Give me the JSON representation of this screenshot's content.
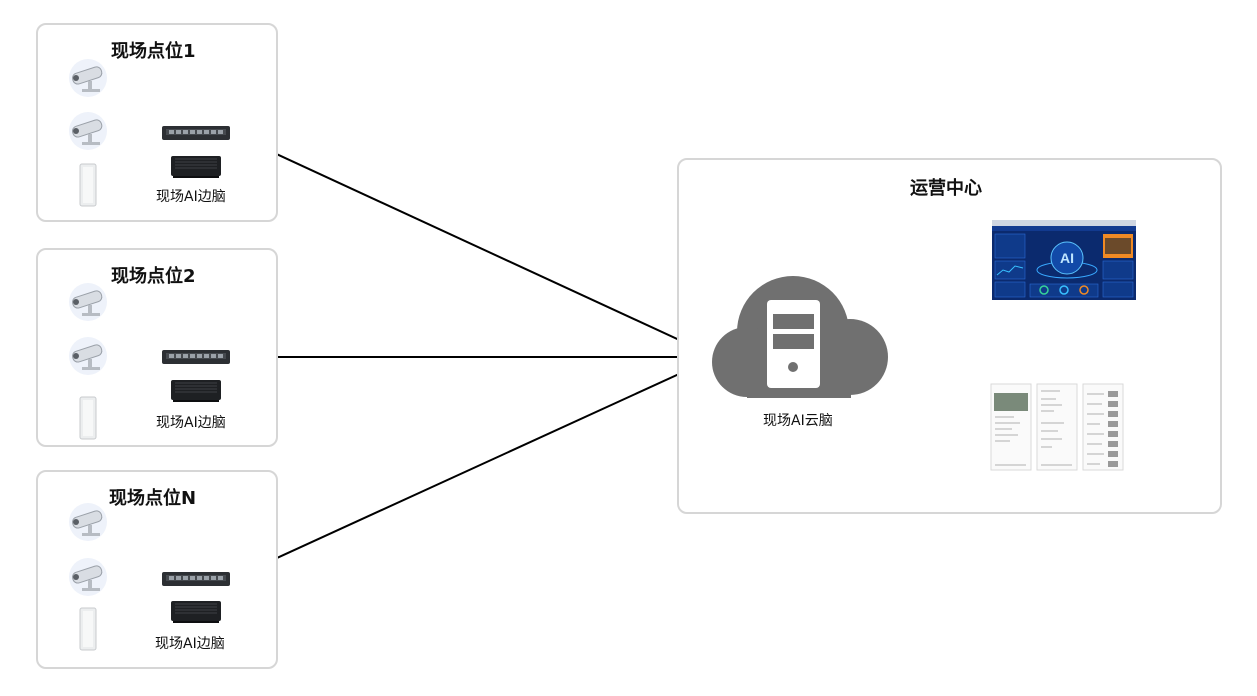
{
  "sites": [
    {
      "title": "现场点位1",
      "edge_label": "现场AI边脑"
    },
    {
      "title": "现场点位2",
      "edge_label": "现场AI边脑"
    },
    {
      "title": "现场点位N",
      "edge_label": "现场AI边脑"
    }
  ],
  "center": {
    "title": "运营中心",
    "cloud_label": "现场AI云脑",
    "dashboard_text": "AI"
  },
  "icons": {
    "camera": "camera-icon",
    "speaker": "speaker-icon",
    "switch": "network-switch-icon",
    "edge_box": "edge-computer-icon",
    "cloud": "cloud-server-icon",
    "dashboard": "dashboard-screen-icon",
    "mobile": "mobile-app-screens-icon"
  },
  "colors": {
    "panel_border": "#d6d6d6",
    "cloud": "#707070",
    "dashboard_bg": "#0b2a6e",
    "dashboard_accent": "#f08a24"
  }
}
